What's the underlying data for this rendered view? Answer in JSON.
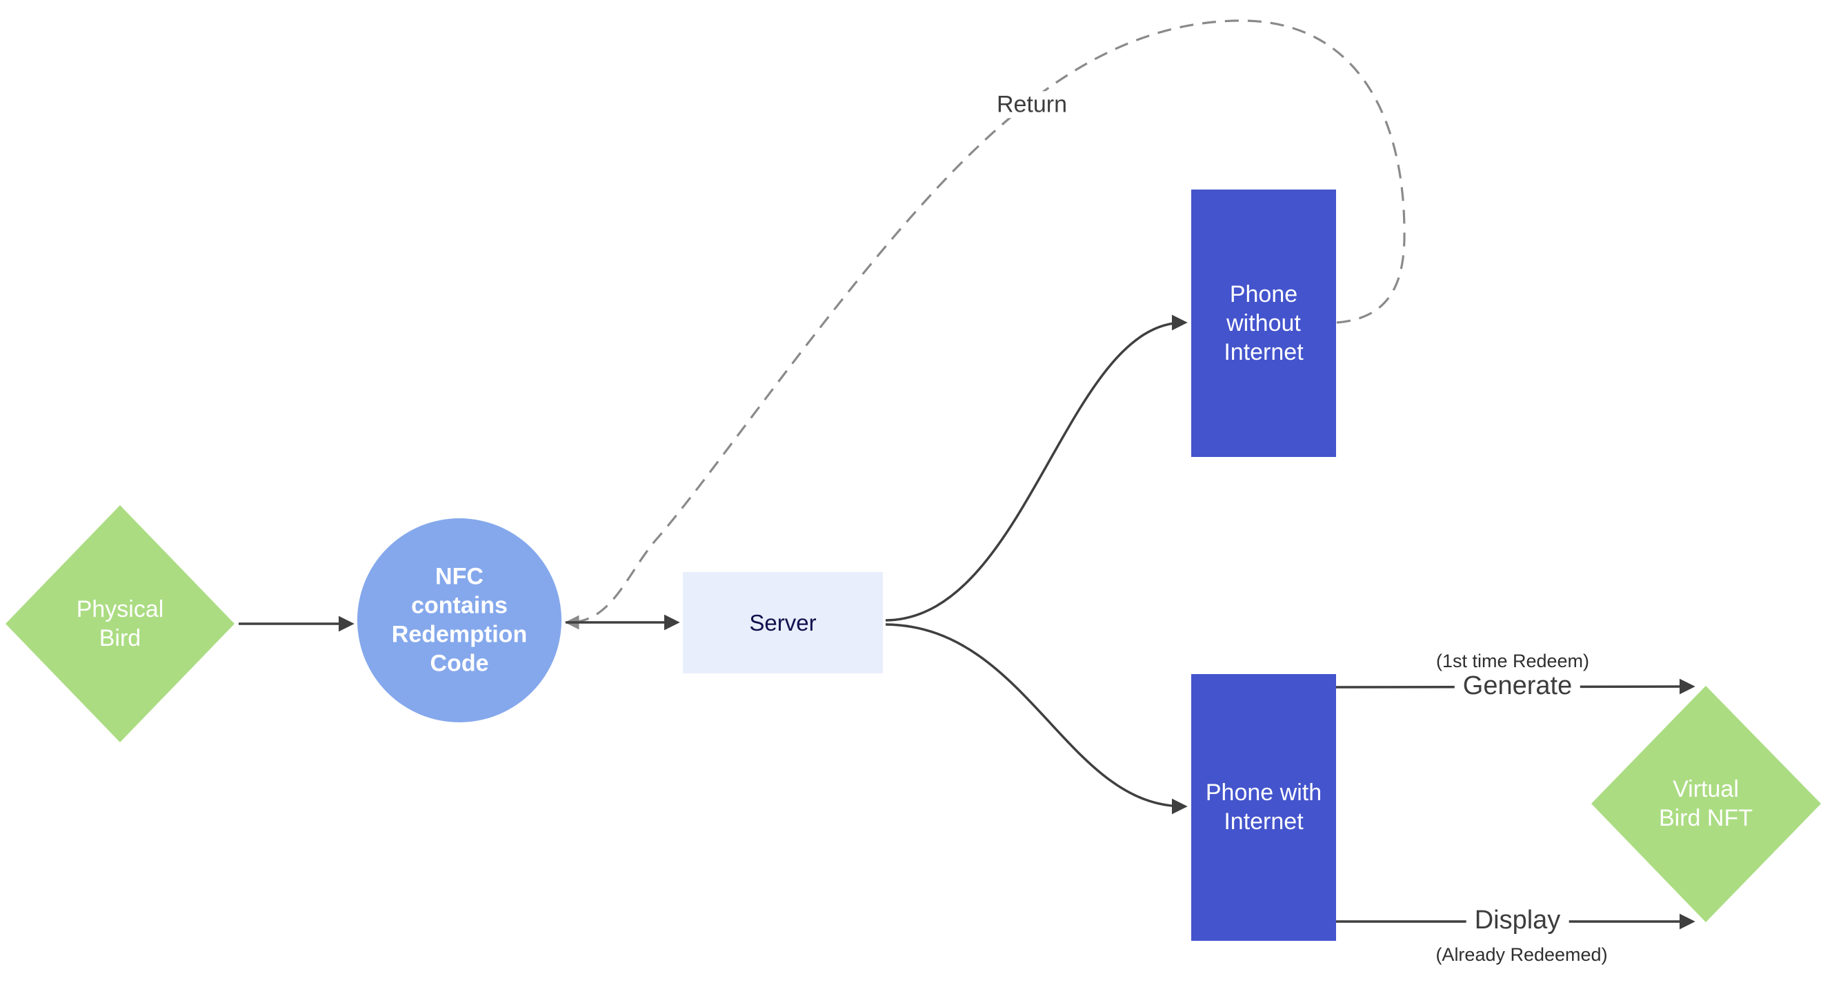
{
  "diagram": {
    "nodes": {
      "physical_bird": {
        "label": "Physical\nBird",
        "shape": "diamond"
      },
      "nfc": {
        "label": "NFC\ncontains\nRedemption\nCode",
        "shape": "circle"
      },
      "server": {
        "label": "Server",
        "shape": "rectangle"
      },
      "phone_without_internet": {
        "label": "Phone\nwithout\nInternet",
        "shape": "rectangle"
      },
      "phone_with_internet": {
        "label": "Phone with\nInternet",
        "shape": "rectangle"
      },
      "virtual_bird_nft": {
        "label": "Virtual\nBird NFT",
        "shape": "diamond"
      }
    },
    "edges": {
      "return": {
        "label": "Return",
        "style": "dashed"
      },
      "generate": {
        "label": "Generate",
        "note": "(1st time Redeem)"
      },
      "display": {
        "label": "Display",
        "note": "(Already Redeemed)"
      }
    },
    "colors": {
      "node_green": "#abdc82",
      "node_circle_blue": "#85a8ec",
      "server_fill": "#e8eefb",
      "node_royal_blue": "#4454cd",
      "edge_dark": "#3f3f3f",
      "edge_gray": "#8a8a8a",
      "server_text": "#10114e",
      "edge_label_text": "#3d3d3d",
      "node_text": "#ffffff"
    }
  }
}
